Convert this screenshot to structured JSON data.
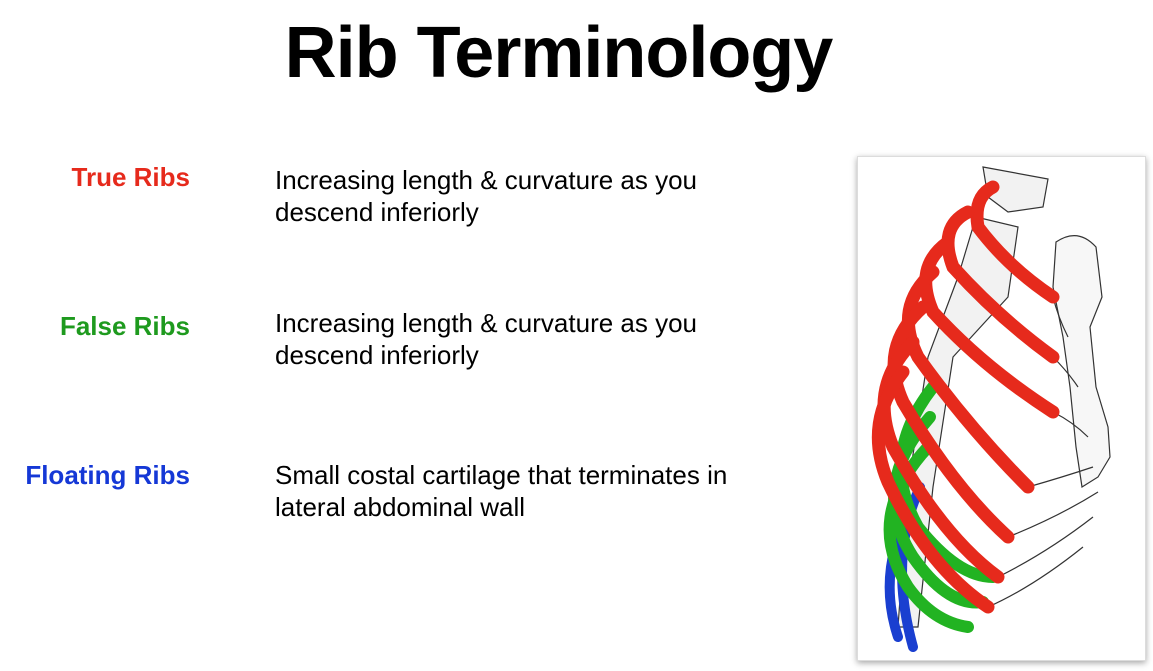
{
  "slide": {
    "title": "Rib Terminology",
    "terms": [
      {
        "label": "True Ribs",
        "color": "#e62a1c",
        "description": "Increasing length & curvature as you descend inferiorly"
      },
      {
        "label": "False Ribs",
        "color": "#1e9a1e",
        "description": "Increasing length & curvature as you descend inferiorly"
      },
      {
        "label": "Floating Ribs",
        "color": "#1538d6",
        "description": "Small costal cartilage that terminates in lateral abdominal wall"
      }
    ]
  },
  "colors": {
    "true_ribs": "#e62a1c",
    "false_ribs": "#22b322",
    "floating_ribs": "#1a3fd0"
  }
}
